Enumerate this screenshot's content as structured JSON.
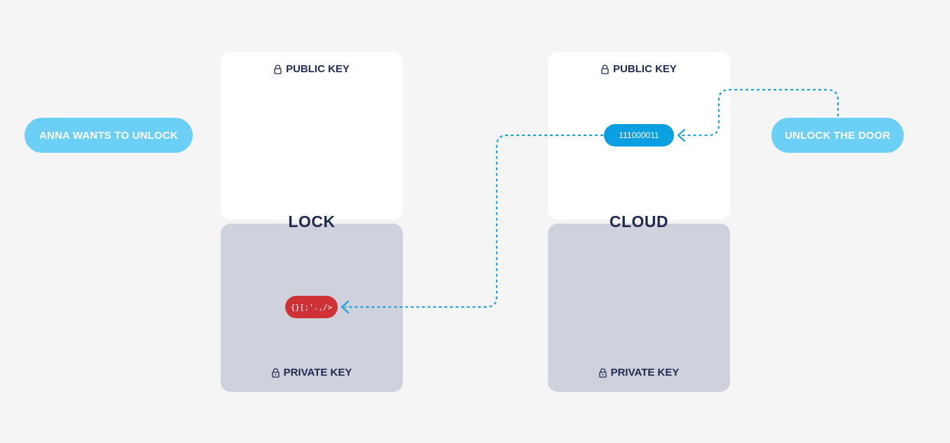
{
  "actors": {
    "anna": "ANNA WANTS TO UNLOCK",
    "request": "UNLOCK THE DOOR"
  },
  "lock": {
    "title": "LOCK",
    "public_key_label": "PUBLIC KEY",
    "private_key_label": "PRIVATE KEY",
    "token": "{}[;'.,/>"
  },
  "cloud": {
    "title": "CLOUD",
    "public_key_label": "PUBLIC KEY",
    "private_key_label": "PRIVATE KEY",
    "token": "111000011"
  },
  "colors": {
    "actor_pill": "#6ccff6",
    "public_panel": "#ffffff",
    "private_panel": "#cfd1dc",
    "cipher_token": "#0a9fe0",
    "private_token": "#cf3236",
    "connector": "#1aa3dc",
    "text_dark": "#1e2a50"
  },
  "icons": {
    "key": "padlock-icon"
  }
}
